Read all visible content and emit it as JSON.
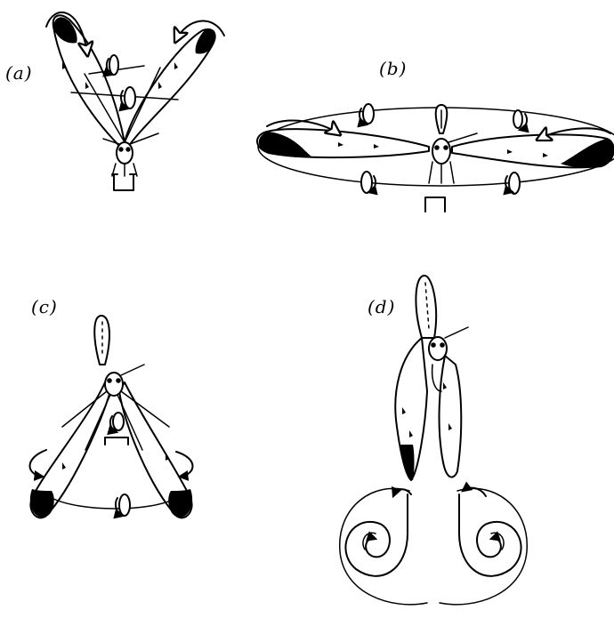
{
  "figure": {
    "panels": [
      {
        "id": "a",
        "label": "(a)"
      },
      {
        "id": "b",
        "label": "(b)"
      },
      {
        "id": "c",
        "label": "(c)"
      },
      {
        "id": "d",
        "label": "(d)"
      }
    ]
  },
  "colors": {
    "ink": "#000000",
    "background": "#ffffff"
  }
}
